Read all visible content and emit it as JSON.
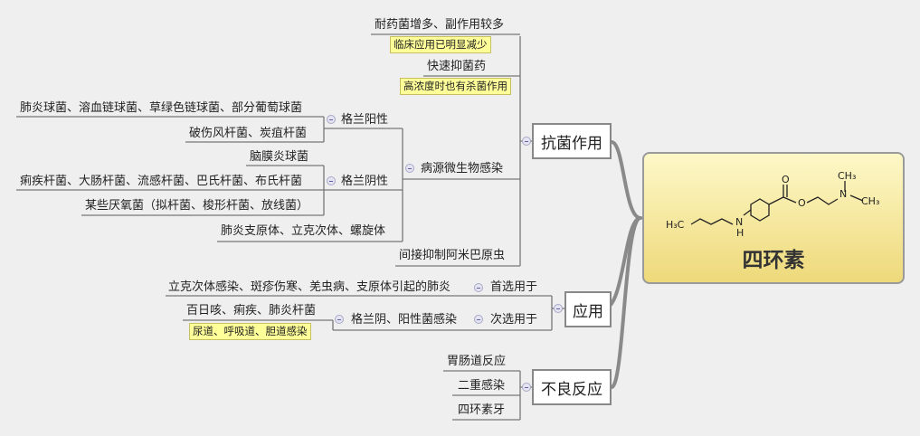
{
  "central": {
    "title": "四环素"
  },
  "molecule": {
    "labels": {
      "h3c": "H₃C",
      "nh": "N",
      "h": "H",
      "o1": "O",
      "o2": "O",
      "n": "N",
      "ch3a": "CH₃",
      "ch3b": "CH₃"
    }
  },
  "branches": {
    "antibacterial": {
      "label": "抗菌作用",
      "items": {
        "resistance": "耐药菌增多、副作用较多",
        "resistance_note": "临床应用已明显减少",
        "fast": "快速抑菌药",
        "fast_note": "高浓度时也有杀菌作用",
        "pathogen": "病源微生物感染",
        "gram_pos": "格兰阳性",
        "gram_pos_1": "肺炎球菌、溶血链球菌、草绿色链球菌、部分葡萄球菌",
        "gram_pos_2": "破伤风杆菌、炭疽杆菌",
        "gram_neg": "格兰阴性",
        "gram_neg_1": "脑膜炎球菌",
        "gram_neg_2": "痢疾杆菌、大肠杆菌、流感杆菌、巴氏杆菌、布氏杆菌",
        "gram_neg_3": "某些厌氧菌（拟杆菌、梭形杆菌、放线菌）",
        "other_pathogen": "肺炎支原体、立克次体、螺旋体",
        "amoeba": "间接抑制阿米巴原虫"
      }
    },
    "application": {
      "label": "应用",
      "items": {
        "first": "首选用于",
        "first_1": "立克次体感染、斑疹伤寒、羌虫病、支原体引起的肺炎",
        "second": "次选用于",
        "second_1": "格兰阴、阳性菌感染",
        "second_1a": "百日咳、痢疾、肺炎杆菌",
        "second_note": "尿道、呼吸道、胆道感染"
      }
    },
    "adverse": {
      "label": "不良反应",
      "items": {
        "gi": "胃肠道反应",
        "superinfection": "二重感染",
        "teeth": "四环素牙"
      }
    }
  }
}
